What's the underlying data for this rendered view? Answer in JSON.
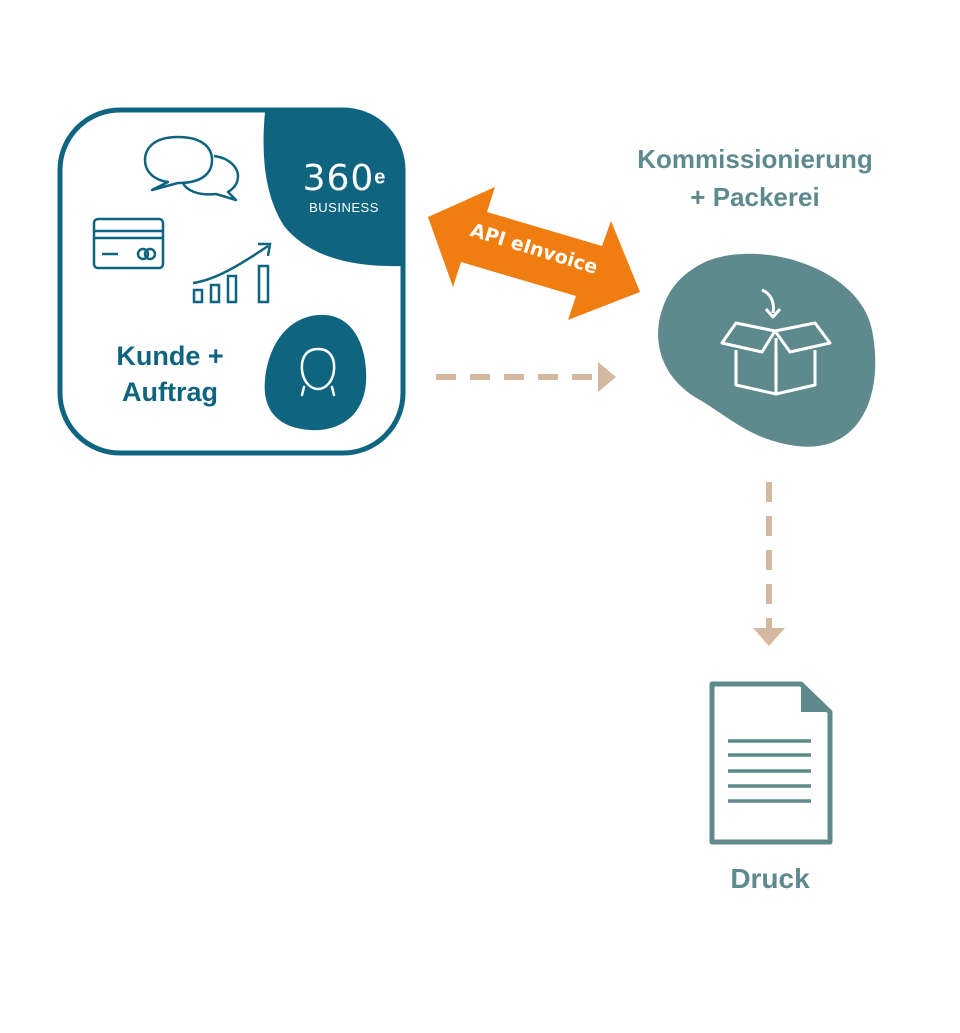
{
  "colors": {
    "primary_blue": "#0f6480",
    "teal": "#5e8a8e",
    "orange": "#f07d10",
    "dash_beige": "#d4b8a0",
    "white": "#ffffff"
  },
  "brand": {
    "number": "360",
    "superscript": "e",
    "subtitle": "BUSINESS"
  },
  "source_box": {
    "label_line1": "Kunde +",
    "label_line2": "Auftrag",
    "icons": [
      "chat-bubbles-icon",
      "credit-card-icon",
      "growth-chart-icon",
      "person-head-icon"
    ]
  },
  "api_arrow": {
    "label": "API eInvoice"
  },
  "picking_node": {
    "label_line1": "Kommissionierung",
    "label_line2": "+ Packerei",
    "icon": "package-box-icon"
  },
  "print_node": {
    "label": "Druck",
    "icon": "document-icon"
  }
}
